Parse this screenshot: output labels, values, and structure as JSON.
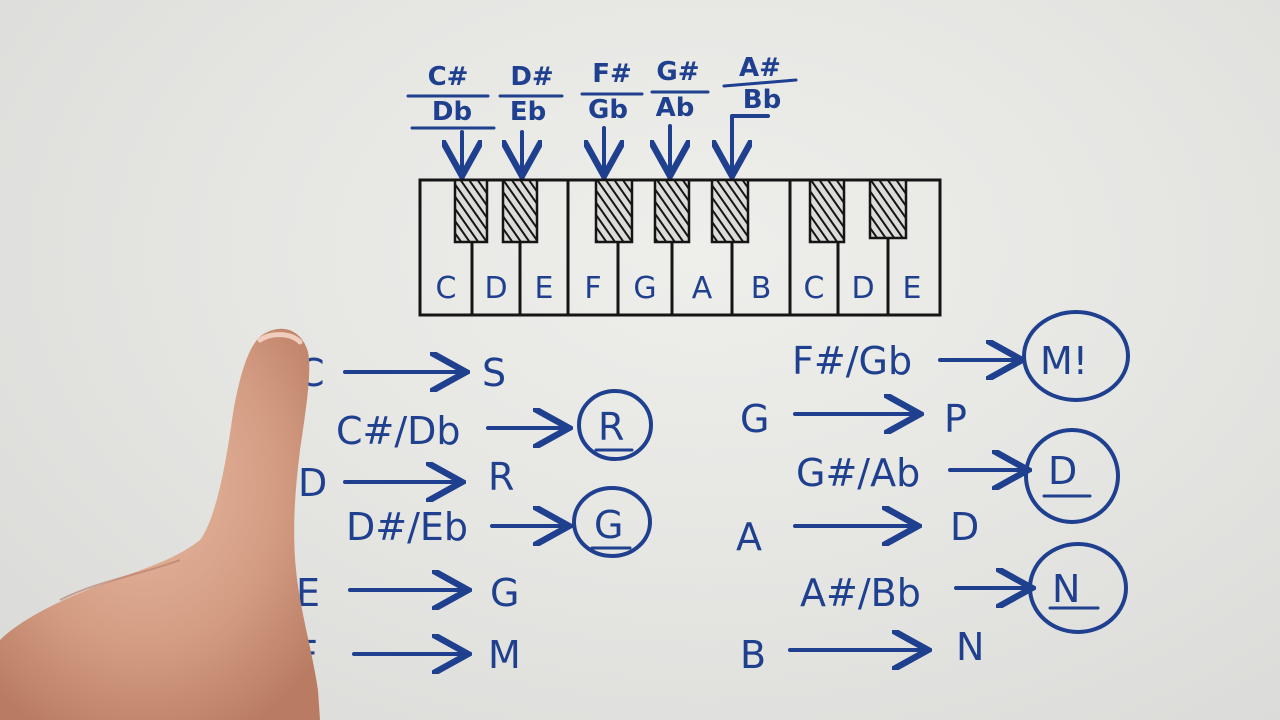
{
  "top_labels": [
    {
      "sharp": "C#",
      "flat": "Db"
    },
    {
      "sharp": "D#",
      "flat": "Eb"
    },
    {
      "sharp": "F#",
      "flat": "Gb"
    },
    {
      "sharp": "G#",
      "flat": "Ab"
    },
    {
      "sharp": "A#",
      "flat": "Bb"
    }
  ],
  "white_keys": [
    "C",
    "D",
    "E",
    "F",
    "G",
    "A",
    "B",
    "C",
    "D",
    "E"
  ],
  "left_mappings": [
    {
      "note": "C",
      "swara": "S",
      "circled": false
    },
    {
      "note": "C#/Db",
      "swara": "R",
      "circled": true
    },
    {
      "note": "D",
      "swara": "R",
      "circled": false
    },
    {
      "note": "D#/Eb",
      "swara": "G",
      "circled": true
    },
    {
      "note": "E",
      "swara": "G",
      "circled": false
    },
    {
      "note": "F",
      "swara": "M",
      "circled": false
    }
  ],
  "right_mappings": [
    {
      "note": "F#/Gb",
      "swara": "M!",
      "circled": true
    },
    {
      "note": "G",
      "swara": "P",
      "circled": false
    },
    {
      "note": "G#/Ab",
      "swara": "D",
      "circled": true
    },
    {
      "note": "A",
      "swara": "D",
      "circled": false
    },
    {
      "note": "A#/Bb",
      "swara": "N",
      "circled": true
    },
    {
      "note": "B",
      "swara": "N",
      "circled": false
    }
  ],
  "colors": {
    "ink": "#1f3f8f",
    "board": "#e6e6e3",
    "marker_black": "#151515",
    "skin": "#d9a38a"
  }
}
